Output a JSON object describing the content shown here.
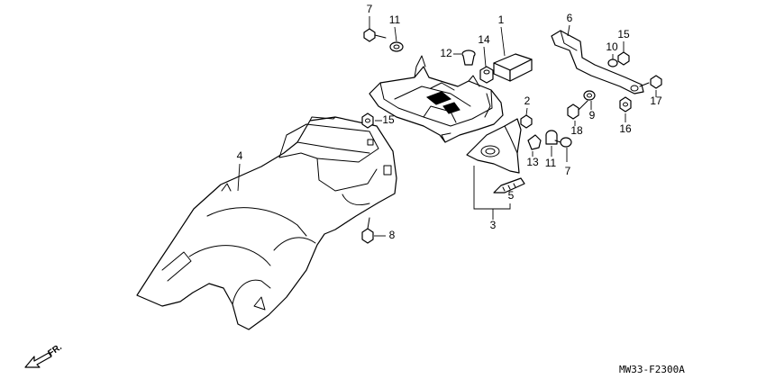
{
  "diagram": {
    "callouts": {
      "c1": "1",
      "c2": "2",
      "c3": "3",
      "c4": "4",
      "c5": "5",
      "c6": "6",
      "c7a": "7",
      "c7b": "7",
      "c8": "8",
      "c9": "9",
      "c10": "10",
      "c11a": "11",
      "c11b": "11",
      "c12": "12",
      "c13": "13",
      "c14": "14",
      "c15a": "15",
      "c15b": "15",
      "c16": "16",
      "c17": "17",
      "c18": "18"
    },
    "direction_label": "FR.",
    "figure_code": "MW33-F2300A"
  }
}
